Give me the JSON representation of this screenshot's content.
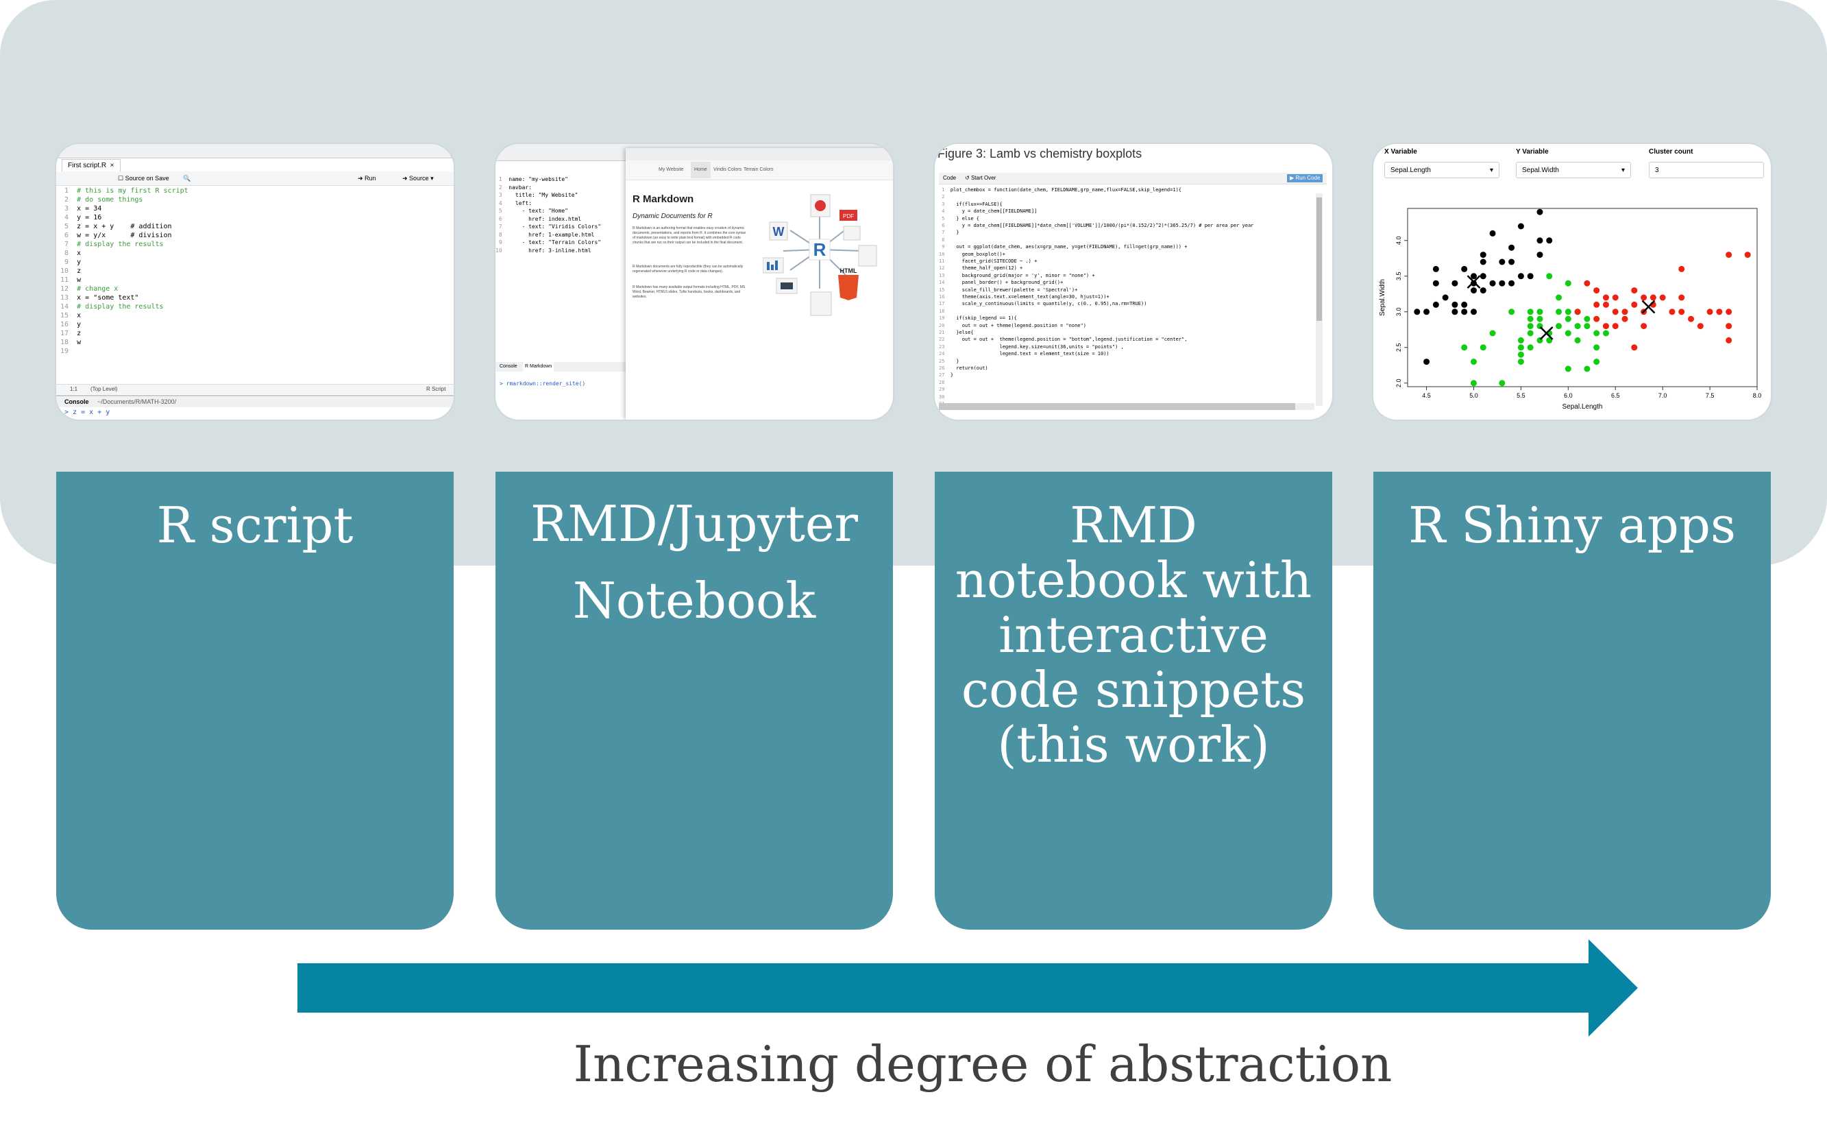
{
  "stages": [
    {
      "label": "R script"
    },
    {
      "label": "RMD/Jupyter Notebook"
    },
    {
      "label": "RMD notebook with interactive code snippets (this work)"
    },
    {
      "label": "R Shiny apps"
    }
  ],
  "arrow_label": "Increasing degree of abstraction",
  "thumb1": {
    "tab": "First script.R",
    "source_on_save": "Source on Save",
    "run": "Run",
    "source": "Source",
    "status_pos": "1:1",
    "status_level": "(Top Level)",
    "status_type": "R Script",
    "console_title": "Console",
    "console_path": "~/Documents/R/MATH-3200/",
    "console_line": "> z = x + y",
    "lines": [
      "# this is my first R script",
      "# do some things",
      "x = 34",
      "y = 16",
      "z = x + y    # addition",
      "w = y/x      # division",
      "# display the results",
      "x",
      "y",
      "z",
      "w",
      "# change x",
      "x = \"some text\"",
      "# display the results",
      "x",
      "y",
      "z",
      "w",
      ""
    ]
  },
  "thumb2": {
    "lines": [
      "name: \"my-website\"",
      "navbar:",
      "  title: \"My Website\"",
      "  left:",
      "    - text: \"Home\"",
      "      href: index.html",
      "    - text: \"Viridis Colors\"",
      "      href: 1-example.html",
      "    - text: \"Terrain Colors\"",
      "      href: 3-inline.html"
    ],
    "console_tabs": [
      "Console",
      "R Markdown"
    ],
    "console_line": "> rmarkdown::render_site()",
    "site_nav": [
      "My Website",
      "Home",
      "Viridis Colors",
      "Terrain Colors"
    ],
    "heading": "R Markdown",
    "subheading": "Dynamic Documents for R",
    "para1": "R Markdown is an authoring format that enables easy creation of dynamic documents, presentations, and reports from R. It combines the core syntax of markdown (an easy to write plain text format) with embedded R code chunks that are run so their output can be included in the final document.",
    "para2": "R Markdown documents are fully reproducible (they can be automatically regenerated whenever underlying R code or data changes).",
    "para3": "R Markdown has many available output formats including HTML, PDF, MS Word, Beamer, HTML5 slides, Tufte handouts, books, dashboards, and websites.",
    "hub_letter": "R",
    "badges": [
      "W",
      "PDF",
      "HTML"
    ]
  },
  "thumb3": {
    "title": "Figure 3: Lamb vs chemistry boxplots",
    "tab_code": "Code",
    "start_over": "Start Over",
    "run_code": "Run Code",
    "lines": [
      "plot_chembox = function(date_chem, FIELDNAME,grp_name,flux=FALSE,skip_legend=1){",
      "",
      "  if(flux==FALSE){",
      "    y = date_chem[[FIELDNAME]]",
      "  } else {",
      "    y = date_chem[[FIELDNAME]]*date_chem[['VOLUME']]/1000/(pi*(0.152/2)^2)*(365.25/7) # per area per year",
      "  }",
      "",
      "  out = ggplot(date_chem, aes(x=grp_name, y=get(FIELDNAME), fill=get(grp_name))) +",
      "    geom_boxplot()+",
      "    facet_grid(SITECODE ~ .) +",
      "    theme_half_open(12) +",
      "    background_grid(major = 'y', minor = \"none\") +",
      "    panel_border() + background_grid()+",
      "    scale_fill_brewer(palette = 'Spectral')+",
      "    theme(axis.text.x=element_text(angle=30, hjust=1))+",
      "    scale_y_continuous(limits = quantile(y, c(0., 0.95),na.rm=TRUE))",
      "",
      "  if(skip_legend == 1){",
      "    out = out + theme(legend.position = \"none\")",
      "  }else{",
      "    out = out +  theme(legend.position = \"bottom\",legend.justification = \"center\",",
      "                 legend.key.size=unit(36,units = \"points\") ,",
      "                 legend.text = element_text(size = 10))",
      "  }",
      "  return(out)",
      "}",
      "",
      "",
      "",
      ""
    ]
  },
  "thumb4": {
    "controls": [
      {
        "label": "X Variable",
        "value": "Sepal.Length"
      },
      {
        "label": "Y Variable",
        "value": "Sepal.Width"
      },
      {
        "label": "Cluster count",
        "value": "3"
      }
    ]
  },
  "chart_data": {
    "type": "scatter",
    "xlabel": "Sepal.Length",
    "ylabel": "Sepal.Width",
    "xlim": [
      4.3,
      8.0
    ],
    "ylim": [
      1.95,
      4.45
    ],
    "xticks": [
      "4.5",
      "5.0",
      "5.5",
      "6.0",
      "6.5",
      "7.0",
      "7.5",
      "8.0"
    ],
    "yticks": [
      "2.0",
      "2.5",
      "3.0",
      "3.5",
      "4.0"
    ],
    "series": [
      {
        "color": "#000000",
        "points": [
          [
            4.4,
            3.0
          ],
          [
            4.5,
            3.0
          ],
          [
            4.6,
            3.1
          ],
          [
            4.6,
            3.4
          ],
          [
            4.7,
            3.2
          ],
          [
            4.8,
            3.0
          ],
          [
            4.8,
            3.4
          ],
          [
            4.9,
            3.1
          ],
          [
            4.9,
            3.6
          ],
          [
            5.0,
            3.0
          ],
          [
            5.0,
            3.3
          ],
          [
            5.0,
            3.5
          ],
          [
            5.1,
            3.3
          ],
          [
            5.1,
            3.5
          ],
          [
            5.1,
            3.8
          ],
          [
            5.2,
            3.4
          ],
          [
            5.2,
            4.1
          ],
          [
            5.3,
            3.7
          ],
          [
            5.4,
            3.4
          ],
          [
            5.4,
            3.9
          ],
          [
            5.5,
            3.5
          ],
          [
            5.5,
            4.2
          ],
          [
            5.7,
            3.8
          ],
          [
            5.7,
            4.4
          ],
          [
            5.8,
            4.0
          ],
          [
            4.6,
            3.6
          ],
          [
            4.8,
            3.1
          ],
          [
            5.0,
            3.4
          ],
          [
            4.5,
            2.3
          ],
          [
            5.4,
            3.7
          ],
          [
            5.1,
            3.7
          ],
          [
            4.9,
            3.0
          ],
          [
            5.3,
            3.4
          ],
          [
            5.6,
            3.5
          ],
          [
            5.7,
            4.0
          ]
        ],
        "centroid": [
          5.0,
          3.42
        ]
      },
      {
        "color": "#11cc11",
        "points": [
          [
            4.9,
            2.5
          ],
          [
            5.0,
            2.0
          ],
          [
            5.0,
            2.3
          ],
          [
            5.1,
            2.5
          ],
          [
            5.5,
            2.3
          ],
          [
            5.5,
            2.4
          ],
          [
            5.5,
            2.5
          ],
          [
            5.5,
            2.6
          ],
          [
            5.6,
            2.5
          ],
          [
            5.6,
            2.7
          ],
          [
            5.6,
            2.8
          ],
          [
            5.6,
            2.9
          ],
          [
            5.7,
            2.6
          ],
          [
            5.7,
            2.8
          ],
          [
            5.7,
            2.9
          ],
          [
            5.7,
            3.0
          ],
          [
            5.8,
            2.6
          ],
          [
            5.8,
            2.7
          ],
          [
            5.9,
            3.0
          ],
          [
            5.9,
            3.2
          ],
          [
            6.0,
            2.2
          ],
          [
            6.0,
            2.7
          ],
          [
            6.0,
            2.9
          ],
          [
            6.0,
            3.4
          ],
          [
            6.1,
            2.6
          ],
          [
            6.1,
            2.8
          ],
          [
            6.1,
            3.0
          ],
          [
            6.2,
            2.2
          ],
          [
            6.2,
            2.9
          ],
          [
            6.3,
            2.3
          ],
          [
            6.3,
            2.5
          ],
          [
            6.4,
            2.7
          ],
          [
            5.4,
            3.0
          ],
          [
            5.2,
            2.7
          ],
          [
            5.6,
            3.0
          ],
          [
            5.8,
            3.5
          ],
          [
            6.2,
            2.8
          ],
          [
            5.9,
            2.8
          ],
          [
            6.0,
            3.0
          ],
          [
            6.3,
            2.7
          ],
          [
            5.3,
            2.0
          ]
        ],
        "centroid": [
          5.77,
          2.7
        ]
      },
      {
        "color": "#ee2211",
        "points": [
          [
            6.2,
            3.4
          ],
          [
            6.3,
            3.3
          ],
          [
            6.3,
            2.9
          ],
          [
            6.4,
            3.2
          ],
          [
            6.4,
            3.1
          ],
          [
            6.4,
            2.8
          ],
          [
            6.5,
            3.0
          ],
          [
            6.5,
            3.2
          ],
          [
            6.6,
            3.0
          ],
          [
            6.7,
            3.1
          ],
          [
            6.7,
            3.3
          ],
          [
            6.7,
            2.5
          ],
          [
            6.8,
            2.8
          ],
          [
            6.8,
            3.2
          ],
          [
            6.9,
            3.1
          ],
          [
            7.0,
            3.2
          ],
          [
            7.1,
            3.0
          ],
          [
            7.2,
            3.0
          ],
          [
            7.2,
            3.6
          ],
          [
            7.3,
            2.9
          ],
          [
            7.4,
            2.8
          ],
          [
            7.6,
            3.0
          ],
          [
            7.7,
            2.6
          ],
          [
            7.7,
            2.8
          ],
          [
            7.7,
            3.0
          ],
          [
            7.7,
            3.8
          ],
          [
            7.9,
            3.8
          ],
          [
            6.3,
            3.1
          ],
          [
            6.5,
            2.8
          ],
          [
            6.1,
            3.0
          ],
          [
            6.9,
            3.2
          ],
          [
            6.6,
            2.9
          ],
          [
            7.2,
            3.2
          ],
          [
            6.8,
            3.0
          ],
          [
            7.5,
            3.0
          ]
        ],
        "centroid": [
          6.85,
          3.07
        ]
      }
    ]
  }
}
